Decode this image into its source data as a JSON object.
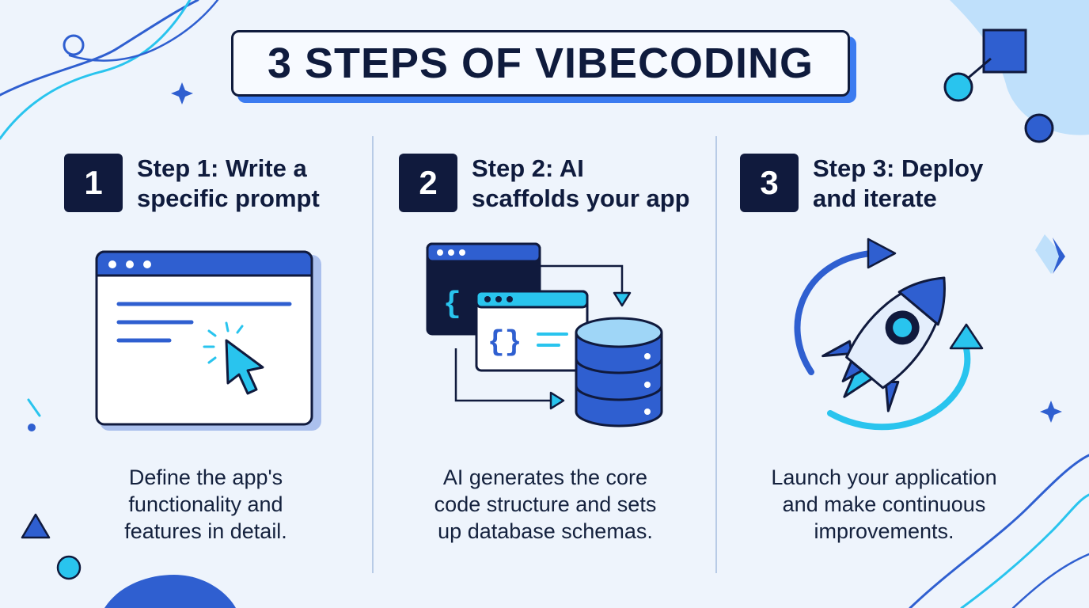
{
  "title": "3 STEPS OF VIBECODING",
  "steps": [
    {
      "number": "1",
      "title": "Step 1: Write a\nspecific prompt",
      "description": "Define the app's\nfunctionality and\nfeatures in detail."
    },
    {
      "number": "2",
      "title": "Step 2: AI\nscaffolds your app",
      "description": "AI generates the core\ncode structure and sets\nup database schemas.",
      "code_glyphs": [
        "{",
        "{}"
      ]
    },
    {
      "number": "3",
      "title": "Step 3: Deploy\nand iterate",
      "description": "Launch your application\nand make continuous\nimprovements."
    }
  ],
  "colors": {
    "background": "#eef4fc",
    "navy": "#101a3d",
    "blue": "#2f5fd0",
    "cyan": "#29c4ee",
    "accent_shadow": "#3b7bf0"
  }
}
